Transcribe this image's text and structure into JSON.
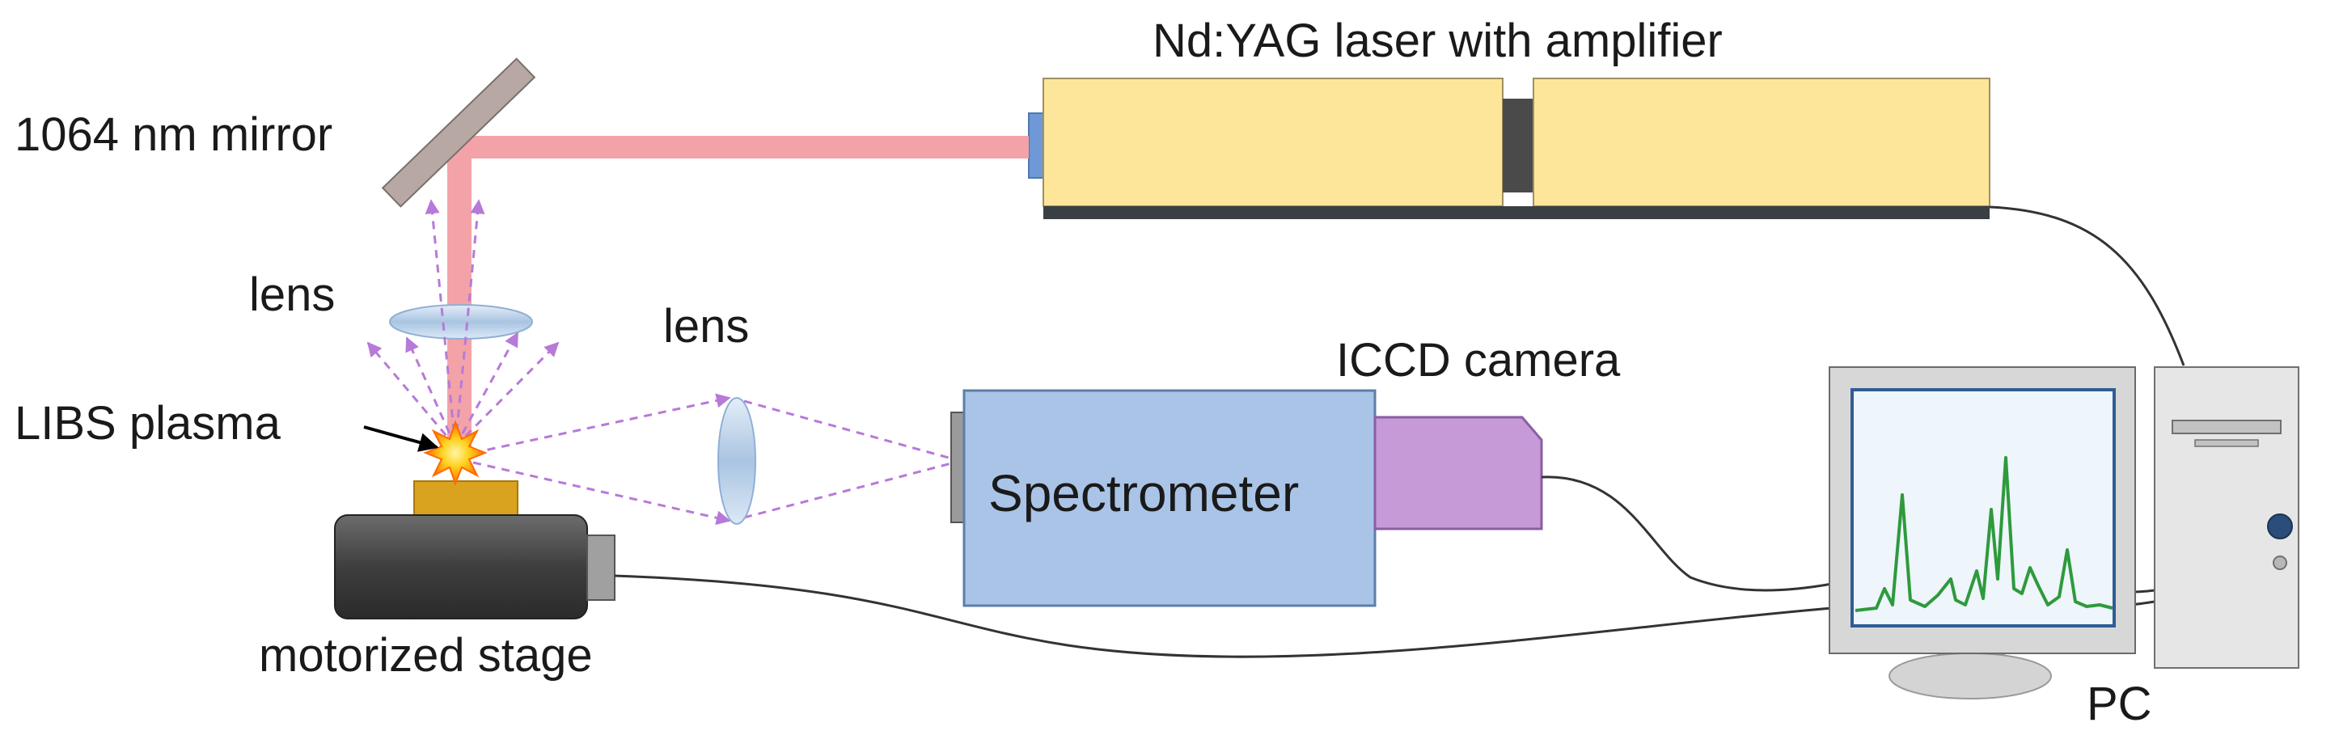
{
  "labels": {
    "laser": "Nd:YAG laser with amplifier",
    "mirror": "1064 nm mirror",
    "lens_focus": "lens",
    "lens_collect": "lens",
    "plasma": "LIBS plasma",
    "camera": "ICCD camera",
    "spectrometer": "Spectrometer",
    "stage": "motorized stage",
    "pc": "PC"
  },
  "colors": {
    "laser_body": "#fde69a",
    "laser_beam": "#f3a3a7",
    "light_path": "#b77ad8",
    "lens": "#bcd4ec",
    "spectrometer": "#aac4e8",
    "camera": "#c69ad6",
    "spectrum": "#2e9a3c",
    "sample": "#d9a21f",
    "stage": "#5a5a5a"
  }
}
